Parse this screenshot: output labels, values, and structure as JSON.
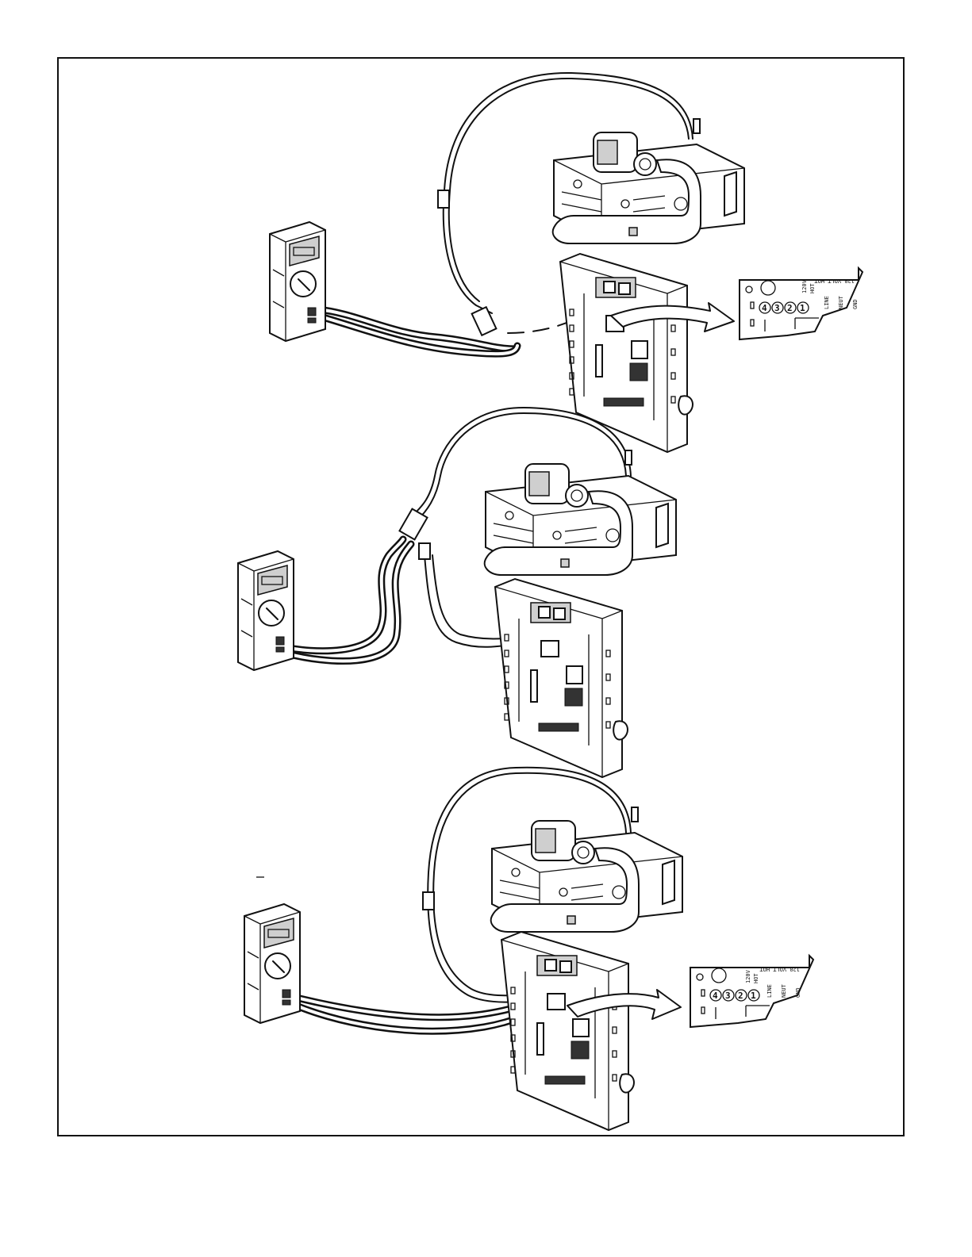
{
  "detail_labels": {
    "voltage": "120 VOLT HOT",
    "line": "LINE",
    "neutral": "NEUT",
    "ground": "GND",
    "hot": "HOT",
    "v120": "120V",
    "terminals": [
      "4",
      "3",
      "2",
      "1"
    ]
  },
  "colors": {
    "line": "#111111",
    "panel": "#ffffff",
    "shade": "#cfcfcf"
  },
  "steps": [
    "top",
    "middle",
    "bottom"
  ]
}
